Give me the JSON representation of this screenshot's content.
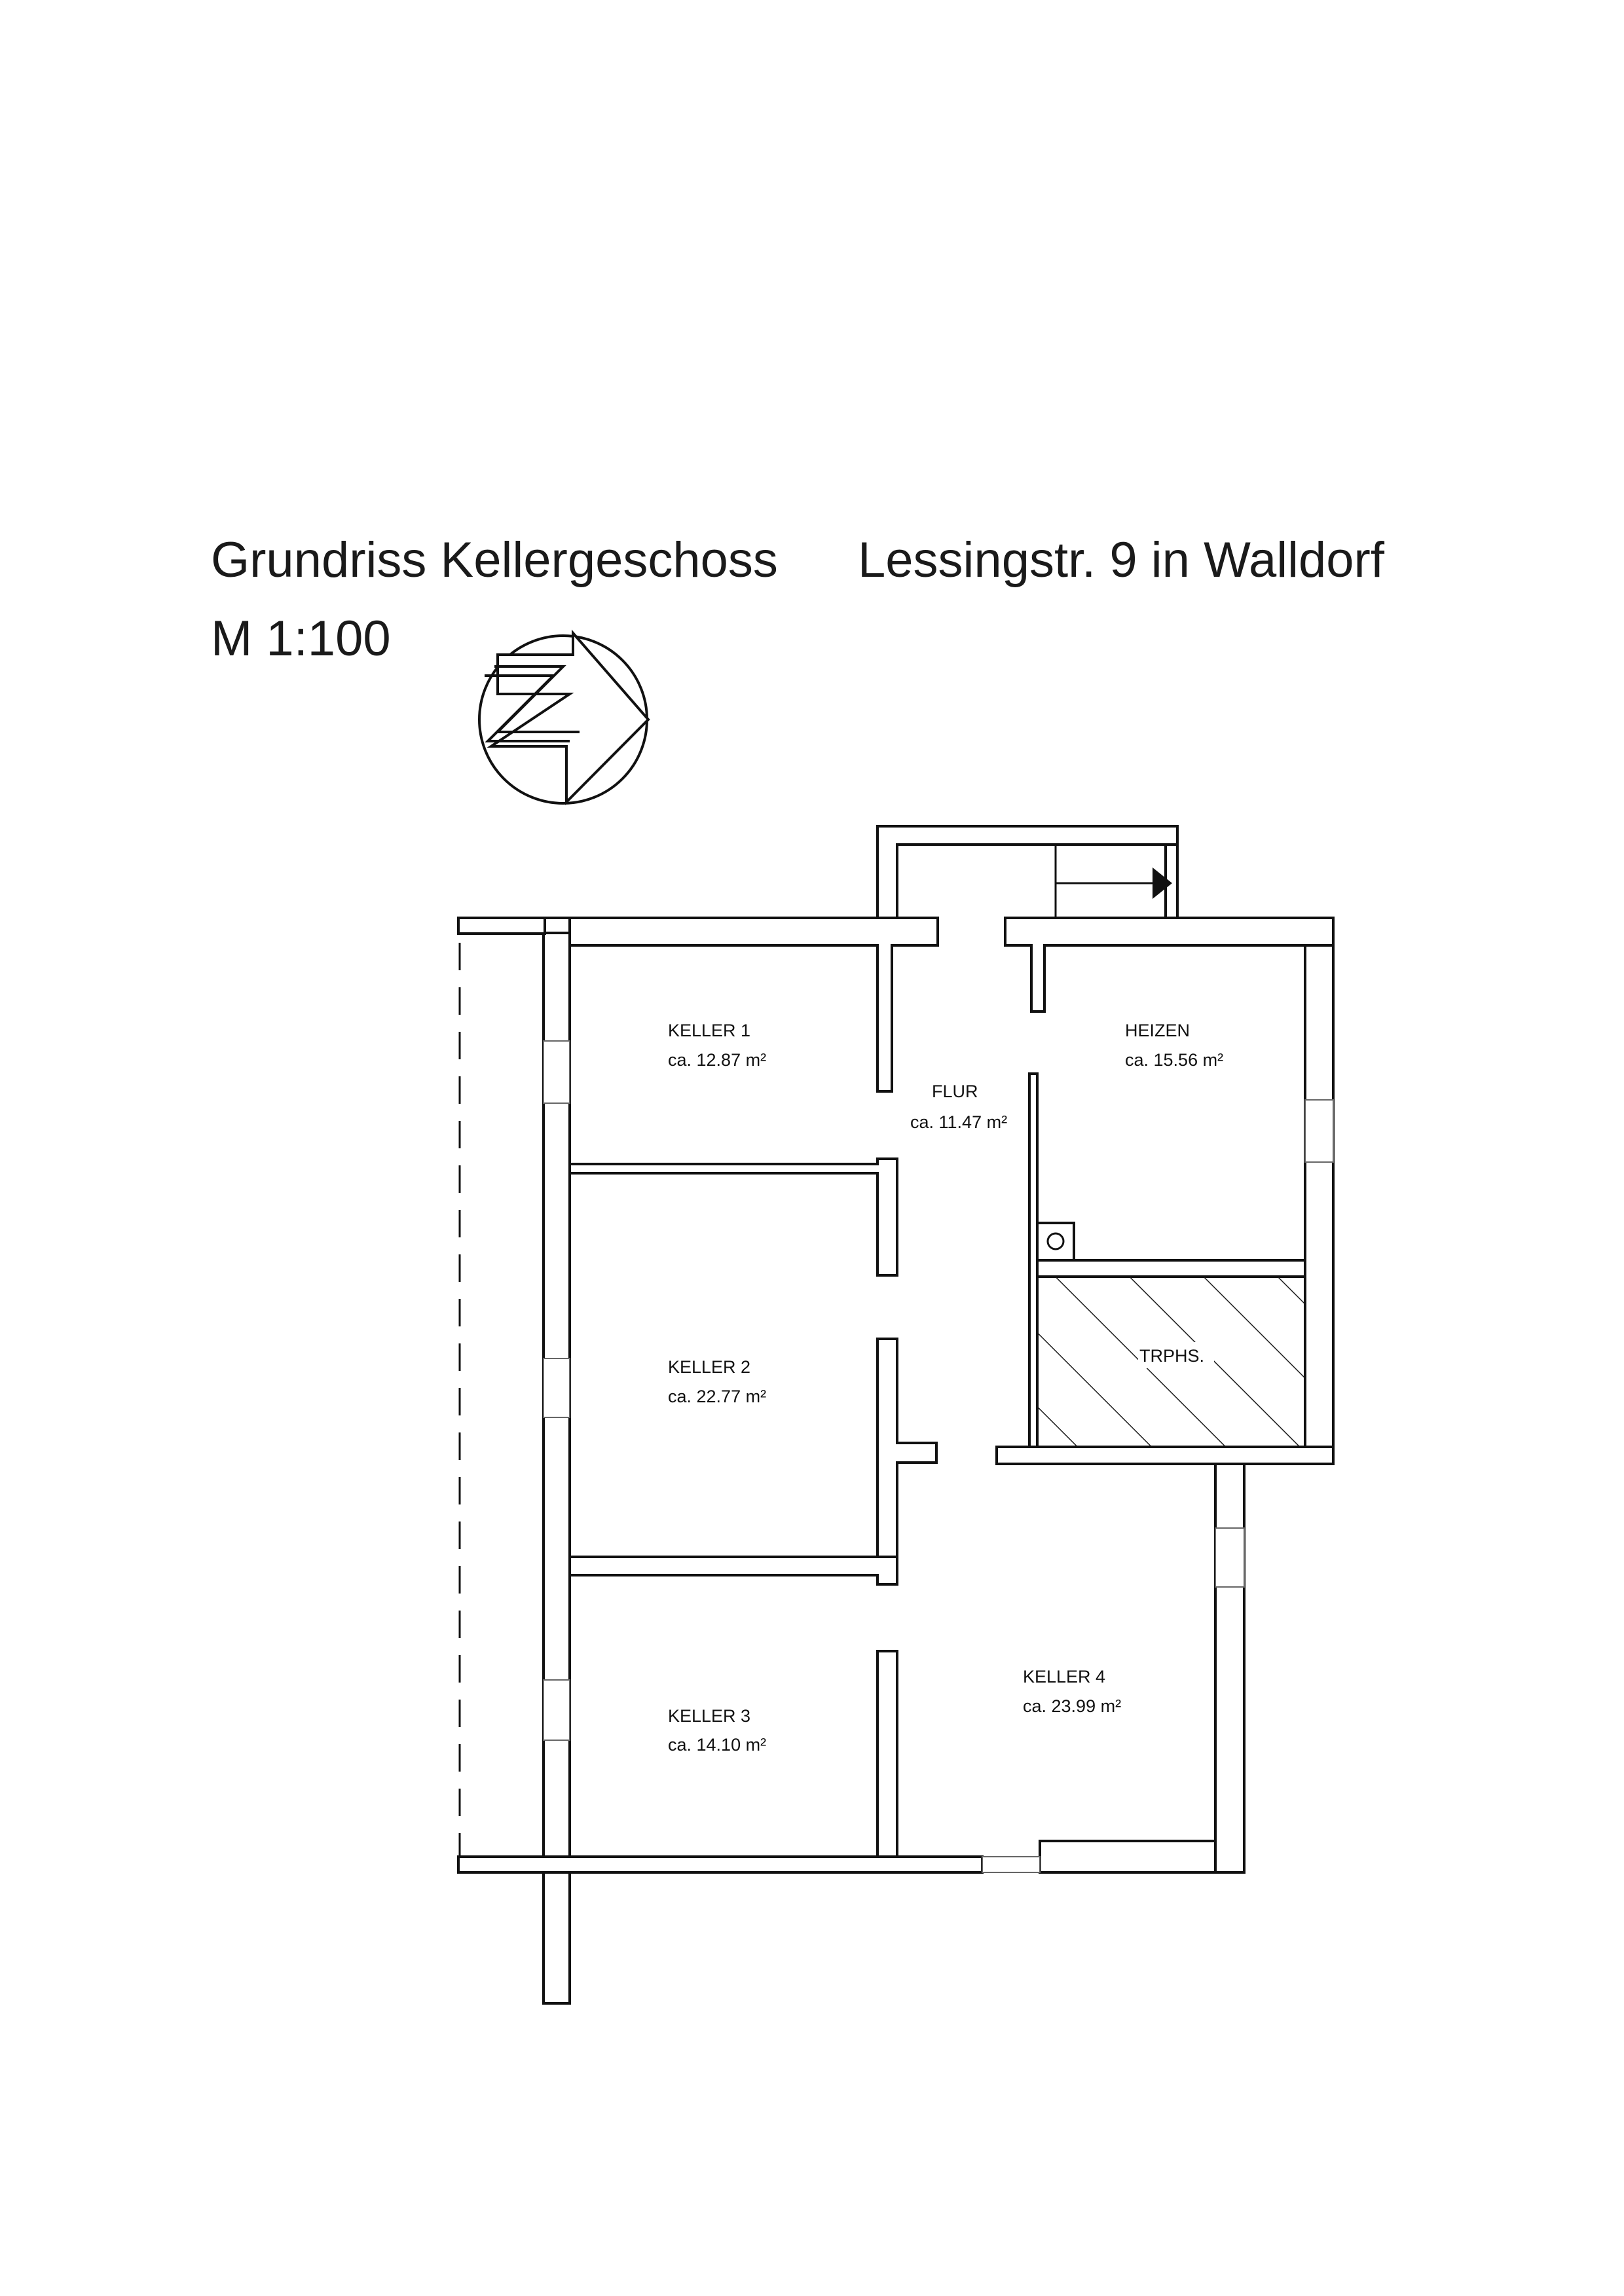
{
  "header": {
    "title": "Grundriss Kellergeschoss",
    "address": "Lessingstr. 9 in Walldorf",
    "scale": "M 1:100"
  },
  "compass": {
    "icon": "north-arrow-icon",
    "letter": "N"
  },
  "rooms": {
    "keller1": {
      "name": "KELLER 1",
      "area": "ca. 12.87 m²"
    },
    "keller2": {
      "name": "KELLER 2",
      "area": "ca. 22.77 m²"
    },
    "keller3": {
      "name": "KELLER 3",
      "area": "ca. 14.10 m²"
    },
    "keller4": {
      "name": "KELLER 4",
      "area": "ca. 23.99 m²"
    },
    "heizen": {
      "name": "HEIZEN",
      "area": "ca. 15.56 m²"
    },
    "flur": {
      "name": "FLUR",
      "area": "ca. 11.47 m²"
    },
    "trphs": {
      "name": "TRPHS."
    }
  },
  "colors": {
    "ink": "#111111",
    "paper": "#ffffff",
    "hatch": "#1a1a1a"
  }
}
